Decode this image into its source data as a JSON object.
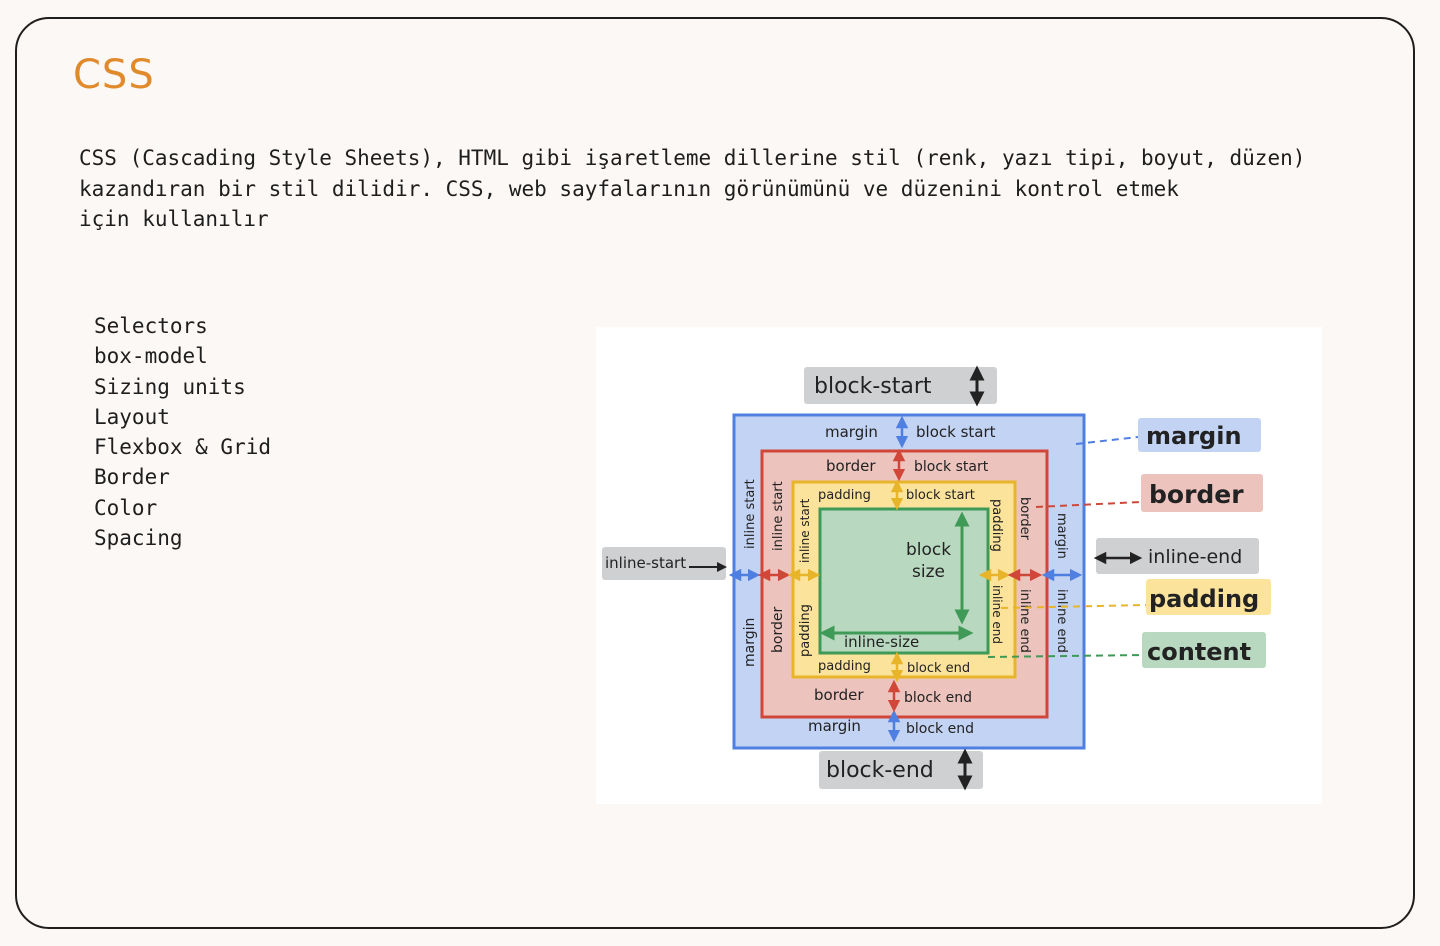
{
  "page": {
    "title": "CSS",
    "description": "CSS (Cascading Style Sheets), HTML gibi işaretleme dillerine stil (renk, yazı tipi, boyut, düzen)\nkazandıran bir stil dilidir. CSS, web sayfalarının görünümünü ve düzenini kontrol etmek\niçin kullanılır",
    "topics": [
      "Selectors",
      "box-model",
      "Sizing units",
      "Layout",
      "Flexbox & Grid",
      "Border",
      "Color",
      "Spacing"
    ]
  },
  "diagram": {
    "block_start": "block-start",
    "block_end": "block-end",
    "inline_start": "inline-start",
    "inline_end": "inline-end",
    "legend": {
      "margin": "margin",
      "border": "border",
      "padding": "padding",
      "content": "content"
    },
    "margin_block_start": {
      "name": "margin",
      "side": "block start"
    },
    "margin_block_end": {
      "name": "margin",
      "side": "block end"
    },
    "border_block_start": {
      "name": "border",
      "side": "block start"
    },
    "border_block_end": {
      "name": "border",
      "side": "block end"
    },
    "padding_block_start": {
      "name": "padding",
      "side": "block start"
    },
    "padding_block_end": {
      "name": "padding",
      "side": "block end"
    },
    "side_inline_start": "inline start",
    "side_inline_end": "inline end",
    "block_size": [
      "block",
      "size"
    ],
    "inline_size": "inline-size",
    "colors": {
      "margin": "#c3d3f3",
      "margin_stroke": "#4f7fe0",
      "border": "#ecc3bd",
      "border_stroke": "#d0473a",
      "padding": "#fbe39c",
      "padding_stroke": "#e8b52a",
      "content": "#b9d8c0",
      "content_stroke": "#3e9a56",
      "label_bg": "#cfd0d2"
    }
  }
}
